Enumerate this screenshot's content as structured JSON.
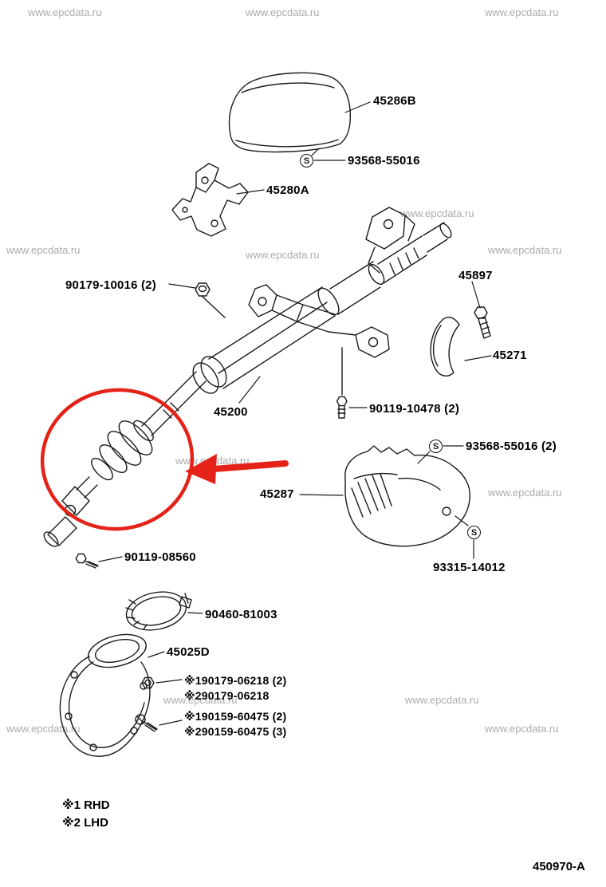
{
  "page": {
    "watermark": "www.epcdata.ru",
    "drawing_number": "450970-A"
  },
  "symbols": {
    "s_badge": "S"
  },
  "labels": {
    "upper_cover": "45286B",
    "screw_upper": "93568-55016",
    "bracket": "45280A",
    "nut_column_upper": "90179-10016 (2)",
    "bolt_45897": "45897",
    "pad": "45271",
    "column_assy": "45200",
    "bolt_column_lower": "90119-10478 (2)",
    "screw_lower": "93568-55016 (2)",
    "lower_cover": "45287",
    "bolt_joint": "90119-08560",
    "cover_clip": "93315-14012",
    "clamp": "90460-81003",
    "boot_cover": "45025D",
    "note_nut_rhd": "※190179-06218 (2)",
    "note_nut_lhd": "※290179-06218",
    "note_screw_rhd": "※190159-60475 (2)",
    "note_screw_lhd": "※290159-60475 (3)"
  },
  "legend": {
    "rhd": "※1 RHD",
    "lhd": "※2 LHD"
  }
}
